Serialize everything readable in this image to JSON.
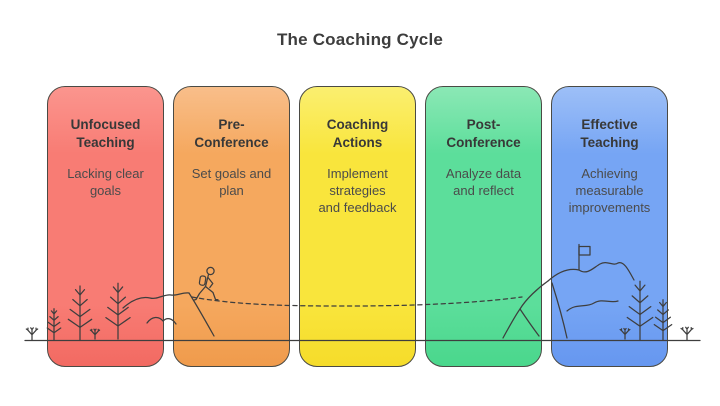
{
  "title": "The Coaching Cycle",
  "cards": [
    {
      "id": "unfocused-teaching",
      "title": "Unfocused\nTeaching",
      "subtitle": "Lacking clear\ngoals",
      "color_top": "#FB958E",
      "color": "#F87C74",
      "color_bottom": "#F26A62"
    },
    {
      "id": "pre-conference",
      "title": "Pre-\nConference",
      "subtitle": "Set goals and\nplan",
      "color_top": "#F8BE8A",
      "color": "#F5A85E",
      "color_bottom": "#F09B4C"
    },
    {
      "id": "coaching-actions",
      "title": "Coaching\nActions",
      "subtitle": "Implement\nstrategies\nand feedback",
      "color_top": "#FAEF70",
      "color": "#F9E53C",
      "color_bottom": "#F5DC2A"
    },
    {
      "id": "post-conference",
      "title": "Post-\nConference",
      "subtitle": "Analyze data\nand reflect",
      "color_top": "#8BE8B5",
      "color": "#5CDE9B",
      "color_bottom": "#4AD78C"
    },
    {
      "id": "effective-teaching",
      "title": "Effective\nTeaching",
      "subtitle": "Achieving\nmeasurable\nimprovements",
      "color_top": "#9DBFF7",
      "color": "#76A5F4",
      "color_bottom": "#6697F0"
    }
  ],
  "text_colors": {
    "heading": "#383838",
    "body": "#4B4B4B"
  },
  "illustration": {
    "line_color": "#3E3E3E",
    "elements": [
      "ground-line",
      "sprouts",
      "pine-trees",
      "hill-ridge",
      "hiker",
      "dashed-path",
      "mountain",
      "summit-flag"
    ]
  }
}
